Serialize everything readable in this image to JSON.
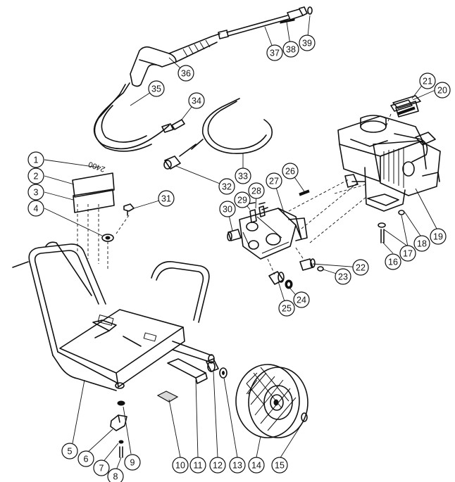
{
  "diagram": {
    "callouts": [
      {
        "id": 1,
        "label": "1"
      },
      {
        "id": 2,
        "label": "2"
      },
      {
        "id": 3,
        "label": "3"
      },
      {
        "id": 4,
        "label": "4"
      },
      {
        "id": 5,
        "label": "5"
      },
      {
        "id": 6,
        "label": "6"
      },
      {
        "id": 7,
        "label": "7"
      },
      {
        "id": 8,
        "label": "8"
      },
      {
        "id": 9,
        "label": "9"
      },
      {
        "id": 10,
        "label": "10"
      },
      {
        "id": 11,
        "label": "11"
      },
      {
        "id": 12,
        "label": "12"
      },
      {
        "id": 13,
        "label": "13"
      },
      {
        "id": 14,
        "label": "14"
      },
      {
        "id": 15,
        "label": "15"
      },
      {
        "id": 16,
        "label": "16"
      },
      {
        "id": 17,
        "label": "17"
      },
      {
        "id": 18,
        "label": "18"
      },
      {
        "id": 19,
        "label": "19"
      },
      {
        "id": 20,
        "label": "20"
      },
      {
        "id": 21,
        "label": "21"
      },
      {
        "id": 22,
        "label": "22"
      },
      {
        "id": 23,
        "label": "23"
      },
      {
        "id": 24,
        "label": "24"
      },
      {
        "id": 25,
        "label": "25"
      },
      {
        "id": 26,
        "label": "26"
      },
      {
        "id": 27,
        "label": "27"
      },
      {
        "id": 28,
        "label": "28"
      },
      {
        "id": 29,
        "label": "29"
      },
      {
        "id": 30,
        "label": "30"
      },
      {
        "id": 31,
        "label": "31"
      },
      {
        "id": 32,
        "label": "32"
      },
      {
        "id": 33,
        "label": "33"
      },
      {
        "id": 34,
        "label": "34"
      },
      {
        "id": 35,
        "label": "35"
      },
      {
        "id": 36,
        "label": "36"
      },
      {
        "id": 37,
        "label": "37"
      },
      {
        "id": 38,
        "label": "38"
      },
      {
        "id": 39,
        "label": "39"
      }
    ],
    "decal_text": "2400",
    "colors": {
      "line": "#111111",
      "background": "#ffffff",
      "shade": "#d9d9d9"
    }
  }
}
